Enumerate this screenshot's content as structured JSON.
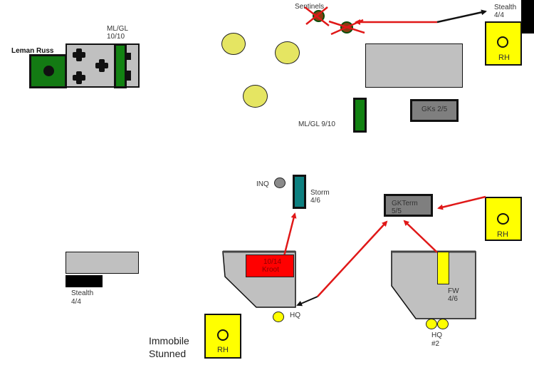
{
  "units": {
    "leman_russ": {
      "label": "Leman Russ"
    },
    "ml_gl_top": {
      "label": "ML/GL",
      "count": "10/10"
    },
    "sentinels": {
      "label": "Sentinels"
    },
    "stealth_top": {
      "label": "Stealth",
      "count": "4/4"
    },
    "rh_top": {
      "label": "RH"
    },
    "ml_gl_mid": {
      "label": "ML/GL 9/10"
    },
    "gks": {
      "label": "GKs 2/5"
    },
    "inq": {
      "label": "INQ"
    },
    "storm": {
      "label": "Storm",
      "count": "4/6"
    },
    "gkterm": {
      "label": "GKTerm",
      "count": "5/5"
    },
    "rh_right": {
      "label": "RH"
    },
    "kroot": {
      "label": "10/14",
      "sub": "Kroot"
    },
    "hq_left": {
      "label": "HQ"
    },
    "fw": {
      "label": "FW",
      "count": "4/6"
    },
    "hq_right": {
      "label": "HQ",
      "sub": "#2"
    },
    "stealth_bottom": {
      "label": "Stealth",
      "count": "4/4"
    },
    "rh_bottom": {
      "label": "RH"
    },
    "status_bottom": {
      "line1": "Immobile",
      "line2": "Stunned"
    }
  },
  "colors": {
    "arrow_red": "#e01818",
    "arrow_black": "#111111",
    "vehicle_green": "#128212",
    "storm_teal": "#0e8080",
    "kroot_red": "#ff0000",
    "rh_yellow": "#ffff00",
    "terrain_yellow": "#e5e562"
  }
}
